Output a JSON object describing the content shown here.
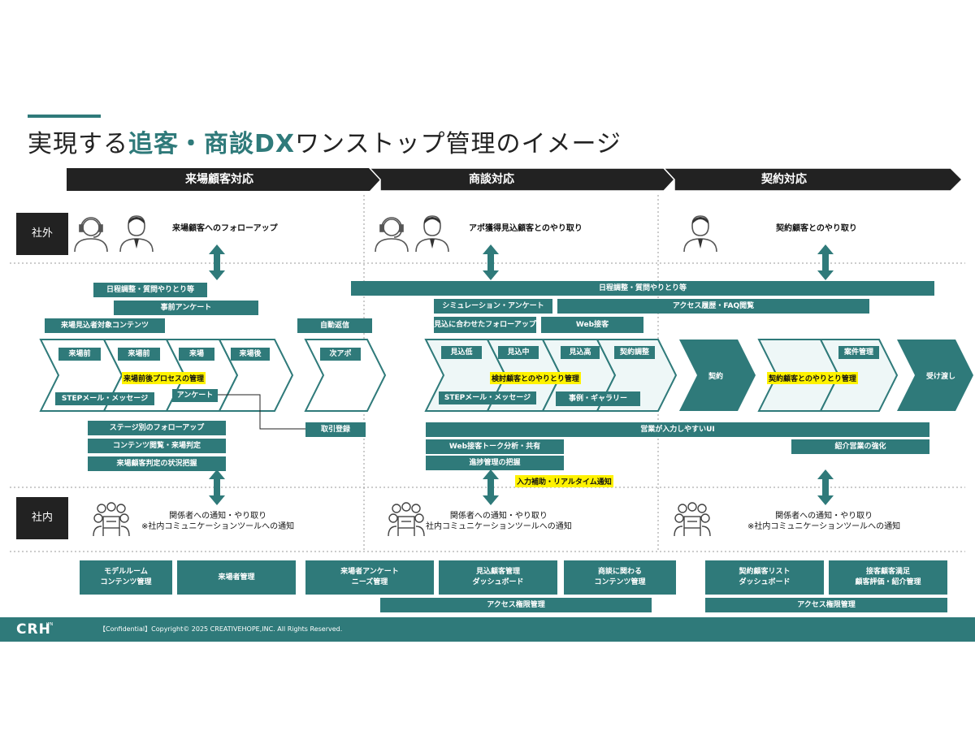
{
  "title": {
    "part1": "実現する",
    "accent": "追客・商談DX",
    "part2": "ワンストップ管理のイメージ"
  },
  "phases": [
    "来場顧客対応",
    "商談対応",
    "契約対応"
  ],
  "side_tags": {
    "external": "社外",
    "internal": "社内"
  },
  "external_labels": [
    "来場顧客へのフォローアップ",
    "アポ獲得見込顧客とのやり取り",
    "契約顧客とのやり取り"
  ],
  "section1": {
    "top_bars": [
      "日程調整・質問やりとり等",
      "事前アンケート",
      "来場見込者対象コンテンツ"
    ],
    "auto_send": "自動返信",
    "chevrons": [
      "来場前",
      "来場前",
      "来場",
      "来場後"
    ],
    "next_appo": "次アポ",
    "highlight": "来場前後プロセスの管理",
    "step_mail": "STEPメール・メッセージ",
    "survey": "アンケート",
    "bottom_bars": [
      "ステージ別のフォローアップ",
      "コンテンツ閲覧・来場判定",
      "来場顧客判定の状況把握"
    ],
    "deal_register": "取引登録"
  },
  "section2": {
    "top_bar": "日程調整・質問やりとり等",
    "bars": [
      "シミュレーション・アンケート",
      "アクセス履歴・FAQ閲覧",
      "見込に合わせたフォローアップ",
      "Web接客"
    ],
    "chevrons": [
      "見込低",
      "見込中",
      "見込高",
      "契約調整"
    ],
    "highlight": "検討顧客とのやりとり管理",
    "step_mail": "STEPメール・メッセージ",
    "examples": "事例・ギャラリー",
    "bottom_bars": [
      "営業が入力しやすいUI",
      "Web接客トーク分析・共有",
      "進捗管理の把握"
    ],
    "highlight2": "入力補助・リアルタイム通知"
  },
  "section3": {
    "chevrons": [
      "契約",
      "案件管理",
      "受け渡し"
    ],
    "highlight": "契約顧客とのやりとり管理",
    "referral": "紹介営業の強化"
  },
  "internal_notifications": [
    {
      "line1": "関係者への通知・やり取り",
      "line2": "※社内コミュニケーションツールへの通知"
    },
    {
      "line1": "関係者への通知・やり取り",
      "line2": "社内コミュニケーションツールへの通知"
    },
    {
      "line1": "関係者への通知・やり取り",
      "line2": "※社内コミュニケーションツールへの通知"
    }
  ],
  "systems": [
    {
      "line1": "モデルルーム",
      "line2": "コンテンツ管理"
    },
    {
      "line1": "来場者管理",
      "line2": ""
    },
    {
      "line1": "来場者アンケート",
      "line2": "ニーズ管理"
    },
    {
      "line1": "見込顧客管理",
      "line2": "ダッシュボード"
    },
    {
      "line1": "商談に関わる",
      "line2": "コンテンツ管理"
    },
    {
      "line1": "契約顧客リスト",
      "line2": "ダッシュボード"
    },
    {
      "line1": "接客顧客満足",
      "line2": "顧客評価・紹介管理"
    }
  ],
  "access_management": [
    "アクセス権限管理",
    "アクセス権限管理"
  ],
  "footer": {
    "logo": "CRH",
    "logo_sub": "JPN",
    "copyright": "【Confidential】Copyright© 2025 CREATIVEHOPE,INC. All Rights Reserved."
  },
  "colors": {
    "teal": "#2f7a7a",
    "dark": "#222222",
    "highlight": "#fff200",
    "light_fill": "#eef7f7"
  }
}
